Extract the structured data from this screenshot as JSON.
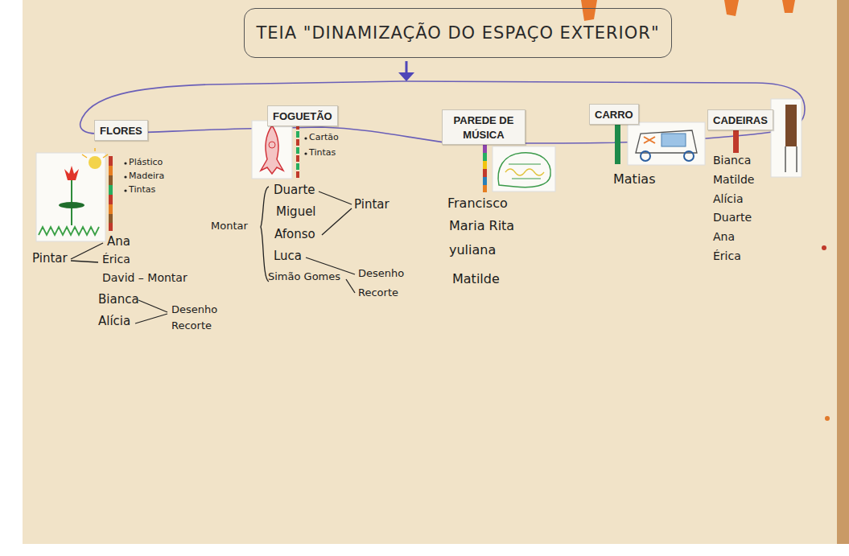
{
  "diagram": {
    "title": "TEIA \"DINAMIZAÇÃO DO ESPAÇO EXTERIOR\"",
    "nodes": [
      {
        "text": [
          "FLORES"
        ]
      },
      {
        "text": [
          "FOGUETÃO"
        ]
      },
      {
        "text": [
          "PAREDE DE MÚSICA"
        ]
      },
      {
        "text": [
          "CARRO"
        ]
      },
      {
        "text": [
          "CADEIRAS"
        ]
      }
    ],
    "labels": [
      "Plástico",
      "Madeira",
      "Tintas",
      "Ana",
      "Pintar",
      "Érica",
      "David – Montar",
      "Bianca",
      "Alícia",
      "Desenho",
      "Recorte",
      "Cartão",
      "Tintas",
      "Duarte",
      "Miguel",
      "Afonso",
      "Luca",
      "Simão Gomes",
      "Montar",
      "Pintar",
      "Desenho",
      "Recorte",
      "Francisco",
      "Maria Rita",
      "yuliana",
      "Matilde",
      "Matias",
      "Bianca",
      "Matilde",
      "Alícia",
      "Duarte",
      "Ana",
      "Érica"
    ]
  }
}
